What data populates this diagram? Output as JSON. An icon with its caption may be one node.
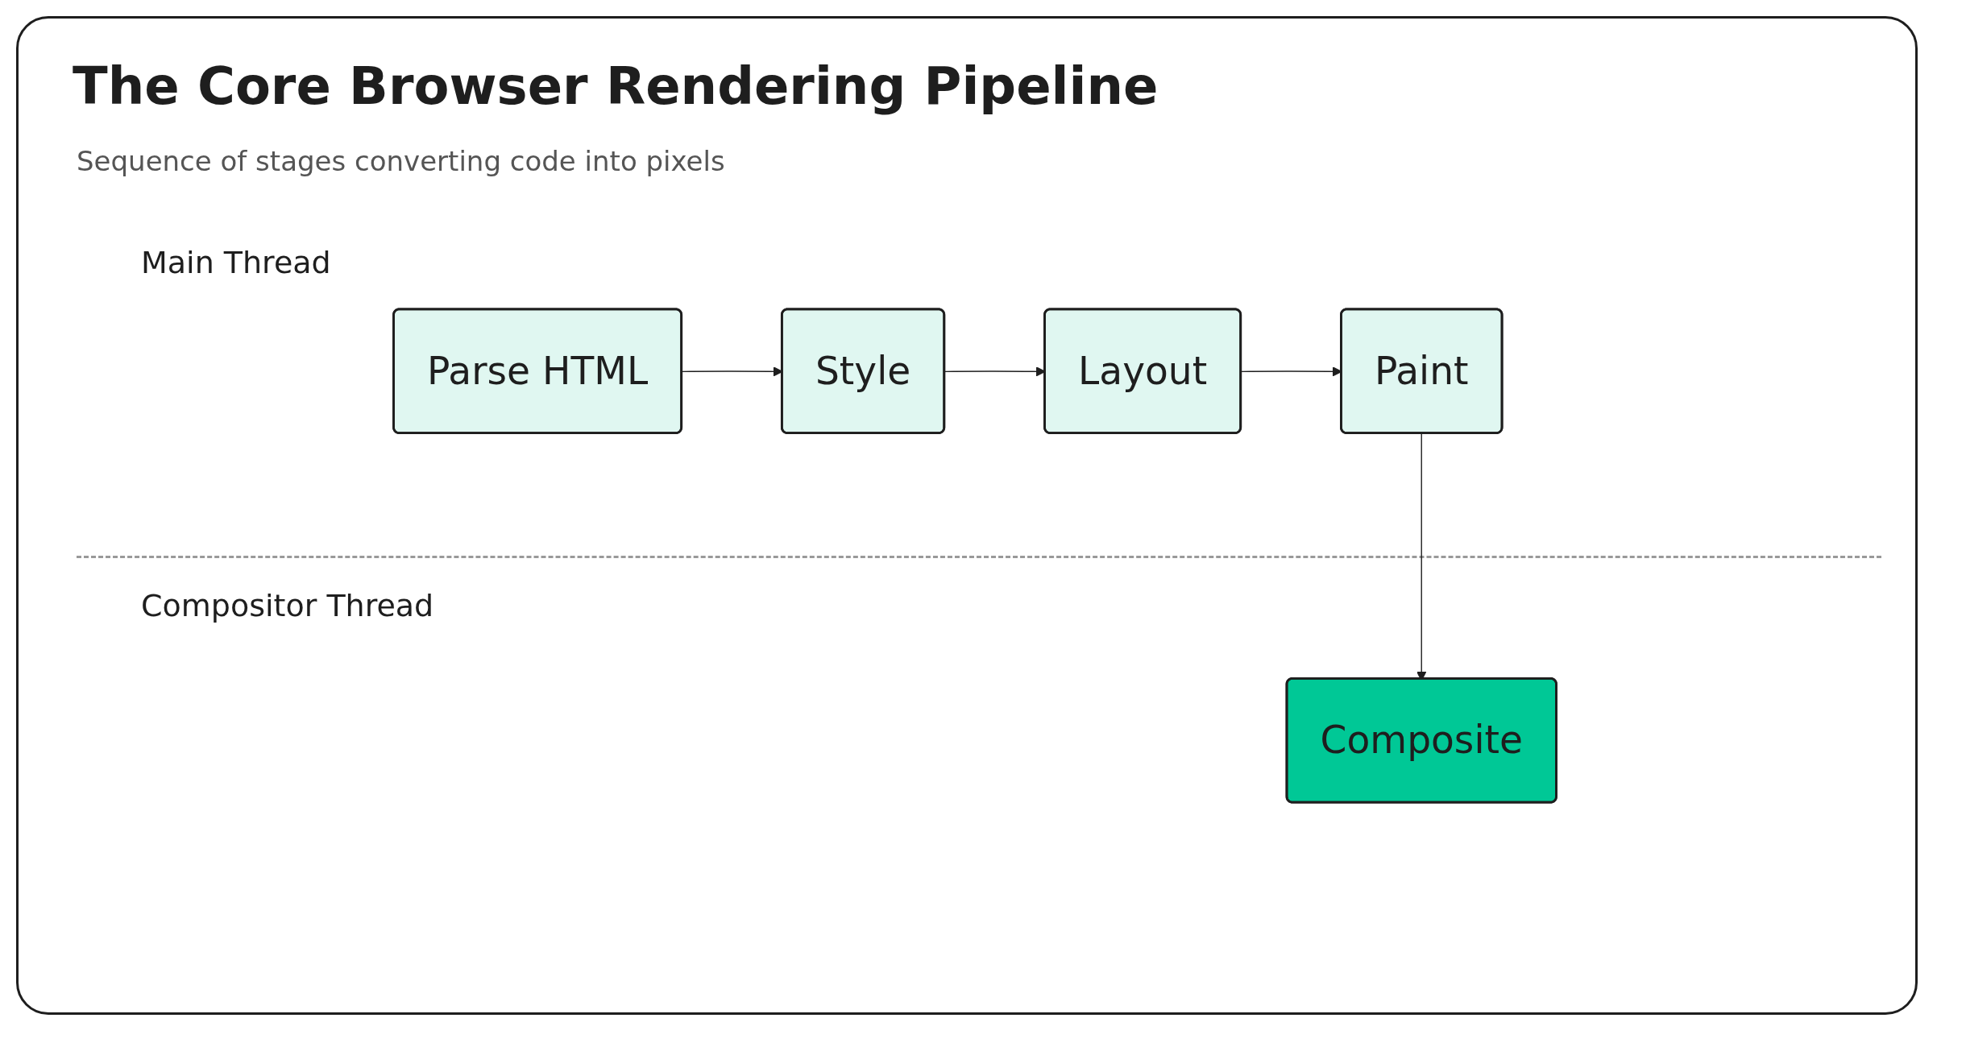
{
  "diagram": {
    "title": "The Core Browser Rendering Pipeline",
    "nodes": [
      {
        "text": [
          "Parse HTML"
        ]
      },
      {
        "text": [
          "Style"
        ]
      },
      {
        "text": [
          "Layout"
        ]
      },
      {
        "text": [
          "Paint"
        ]
      },
      {
        "text": [
          "Composite"
        ]
      }
    ],
    "edges": [
      {
        "from": 0,
        "to": 1,
        "arrow": "to"
      },
      {
        "from": 1,
        "to": 2,
        "arrow": "to"
      },
      {
        "from": 2,
        "to": 3,
        "arrow": "to"
      },
      {
        "from": 3,
        "to": 4,
        "arrow": "to"
      }
    ],
    "labels": [
      "Sequence of stages converting code into pixels",
      "Main Thread",
      "Compositor Thread"
    ]
  }
}
